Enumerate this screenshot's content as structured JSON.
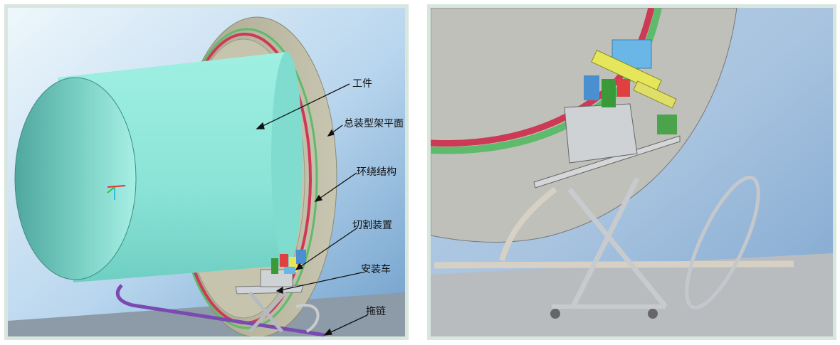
{
  "left_view": {
    "labels": {
      "workpiece": "工件",
      "assembly_frame_plane": "总装型架平面",
      "orbit_structure": "环绕结构",
      "cutting_device": "切割装置",
      "mounting_cart": "安装车",
      "drag_chain": "拖链"
    }
  },
  "colors": {
    "workpiece": "#8fe6d8",
    "frame_ring": "#b8b59e",
    "rail_red": "#cc3a55",
    "rail_green": "#5dbb6b",
    "background_top": "#d8ecfa",
    "background_bottom": "#7aa7cf"
  }
}
